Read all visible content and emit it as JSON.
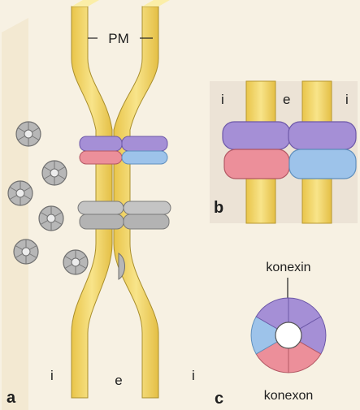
{
  "panel_a": {
    "letter": "a",
    "membrane_label": "PM",
    "intracellular_left": "i",
    "extracellular": "e",
    "intracellular_right": "i"
  },
  "panel_b": {
    "letter": "b",
    "intracellular_left": "i",
    "extracellular": "e",
    "intracellular_right": "i"
  },
  "panel_c": {
    "letter": "c",
    "subunit_label": "konexin",
    "channel_label": "konexon"
  },
  "colors": {
    "background": "#f7f1e3",
    "membrane_yellow": "#f6dd72",
    "connexin_purple": "#a58fd6",
    "connexin_pink": "#ec8f9a",
    "connexin_blue": "#9dc3ea",
    "connexon_gray": "#b9b9b9"
  },
  "icons": [
    "connexon-ring",
    "gap-junction-channel"
  ]
}
